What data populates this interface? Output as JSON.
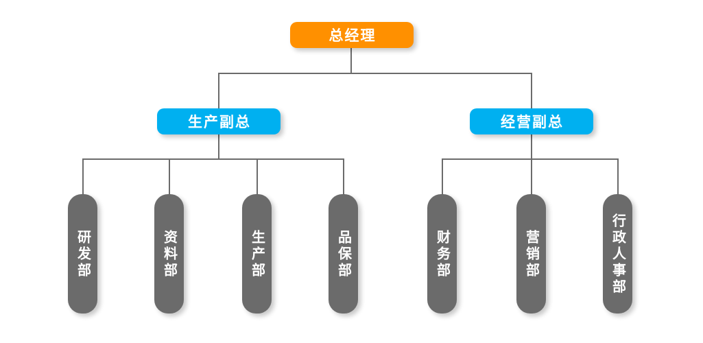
{
  "chart": {
    "type": "org-chart",
    "title": "",
    "colors": {
      "root": "#ff9000",
      "vp": "#00b0f0",
      "department": "#6b6b6b",
      "connector": "#6b6b6b",
      "background": "#ffffff",
      "text": "#ffffff"
    },
    "root": {
      "id": "general-manager",
      "label": "总经理",
      "level": 1
    },
    "vps": [
      {
        "id": "production-vp",
        "label": "生产副总",
        "level": 2
      },
      {
        "id": "operations-vp",
        "label": "经营副总",
        "level": 2
      }
    ],
    "departments_left": [
      {
        "id": "rnd-dept",
        "label": "研发部",
        "level": 3,
        "parent": "production-vp"
      },
      {
        "id": "documents-dept",
        "label": "资料部",
        "level": 3,
        "parent": "production-vp"
      },
      {
        "id": "production-dept",
        "label": "生产部",
        "level": 3,
        "parent": "production-vp"
      },
      {
        "id": "quality-dept",
        "label": "品保部",
        "level": 3,
        "parent": "production-vp"
      }
    ],
    "departments_right": [
      {
        "id": "finance-dept",
        "label": "财务部",
        "level": 3,
        "parent": "operations-vp"
      },
      {
        "id": "marketing-dept",
        "label": "营销部",
        "level": 3,
        "parent": "operations-vp"
      },
      {
        "id": "admin-hr-dept",
        "label": "行政人事部",
        "level": 3,
        "parent": "operations-vp"
      }
    ]
  }
}
